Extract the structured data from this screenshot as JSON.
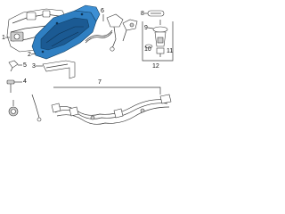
{
  "diagram": {
    "callouts": {
      "c1": "1",
      "c2": "2",
      "c3": "3",
      "c4": "4",
      "c5": "5",
      "c6": "6",
      "c7": "7",
      "c8": "8",
      "c9": "9",
      "c10": "10",
      "c11": "11",
      "c12": "12"
    },
    "colors": {
      "highlight": "#2f7fc2",
      "highlight_dark": "#1b5a93",
      "line": "#3a3a3a",
      "background": "#ffffff"
    }
  }
}
